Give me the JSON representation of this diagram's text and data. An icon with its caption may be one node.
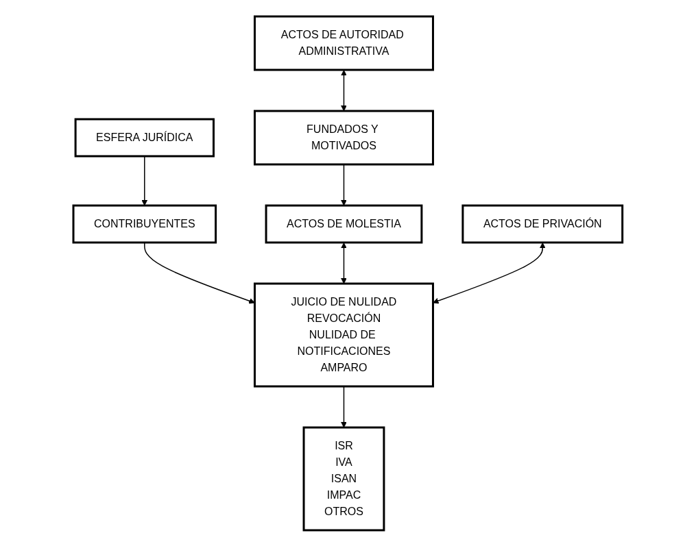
{
  "diagram": {
    "nodes": [
      {
        "text": [
          "ACTOS DE AUTORIDAD ADMINISTRATIVA"
        ]
      },
      {
        "text": [
          "ESFERA JURÍDICA"
        ]
      },
      {
        "text": [
          "CONTRIBUYENTES"
        ]
      },
      {
        "text": [
          "FUNDADOS Y MOTIVADOS"
        ]
      },
      {
        "text": [
          "ACTOS DE MOLESTIA"
        ]
      },
      {
        "text": [
          "JUICIO DE NULIDAD",
          "REVOCACIÓN",
          "NULIDAD DE NOTIFICACIONES",
          "AMPARO"
        ]
      },
      {
        "text": [
          "ACTOS DE PRIVACIÓN"
        ]
      },
      {
        "text": [
          "ISR",
          "IVA",
          "ISAN",
          "IMPAC",
          "OTROS"
        ]
      }
    ],
    "edges": [
      {
        "from": 0,
        "to": 3,
        "arrow": "both"
      },
      {
        "from": 1,
        "to": 2,
        "arrow": "to"
      },
      {
        "from": 2,
        "to": 5,
        "arrow": "to"
      },
      {
        "from": 3,
        "to": 4,
        "arrow": "to"
      },
      {
        "from": 4,
        "to": 5,
        "arrow": "both"
      },
      {
        "from": 6,
        "to": 5,
        "arrow": "both"
      },
      {
        "from": 5,
        "to": 7,
        "arrow": "to"
      }
    ]
  }
}
